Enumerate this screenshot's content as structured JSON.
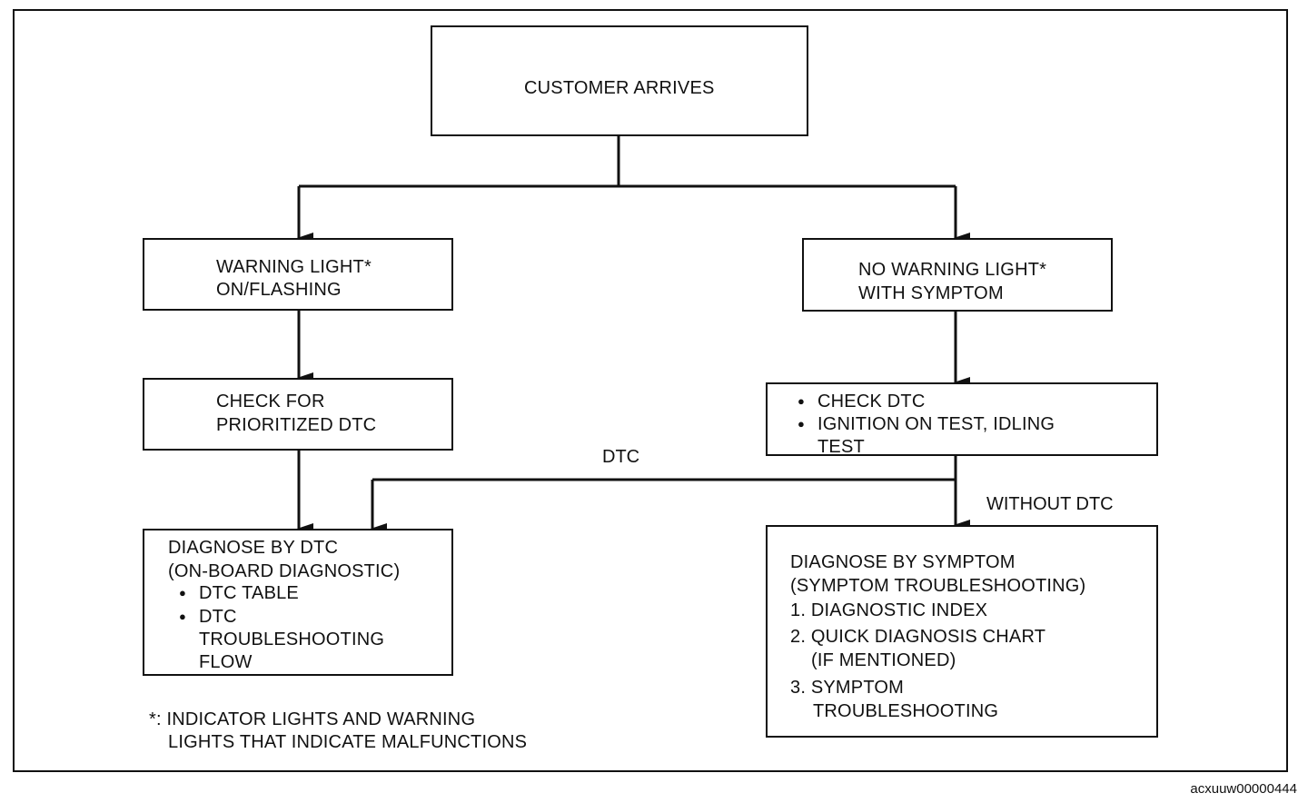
{
  "nodes": {
    "customer_arrives": "CUSTOMER ARRIVES",
    "warning_light": [
      "WARNING LIGHT*",
      "ON/FLASHING"
    ],
    "no_warning_light": [
      "NO WARNING LIGHT*",
      "WITH SYMPTOM"
    ],
    "check_prioritized": [
      "CHECK FOR",
      "PRIORITIZED DTC"
    ],
    "check_dtc": {
      "items": [
        "CHECK DTC",
        "IGNITION ON TEST, IDLING"
      ],
      "continuation": "TEST"
    },
    "diagnose_dtc": {
      "lines": [
        "DIAGNOSE BY DTC",
        "(ON-BOARD DIAGNOSTIC)"
      ],
      "items": [
        "DTC TABLE",
        "DTC"
      ],
      "continuation": [
        "TROUBLESHOOTING",
        "FLOW"
      ]
    },
    "diagnose_symptom": {
      "lines": [
        "DIAGNOSE BY SYMPTOM",
        "(SYMPTOM TROUBLESHOOTING)",
        "1. DIAGNOSTIC INDEX",
        "2. QUICK DIAGNOSIS CHART",
        "(IF MENTIONED)",
        "3. SYMPTOM",
        "TROUBLESHOOTING"
      ]
    }
  },
  "edge_labels": {
    "dtc": "DTC",
    "without_dtc": "WITHOUT DTC"
  },
  "footnote": [
    "*: INDICATOR LIGHTS AND WARNING",
    "LIGHTS THAT INDICATE MALFUNCTIONS"
  ],
  "figure_code": "acxuuw00000444"
}
